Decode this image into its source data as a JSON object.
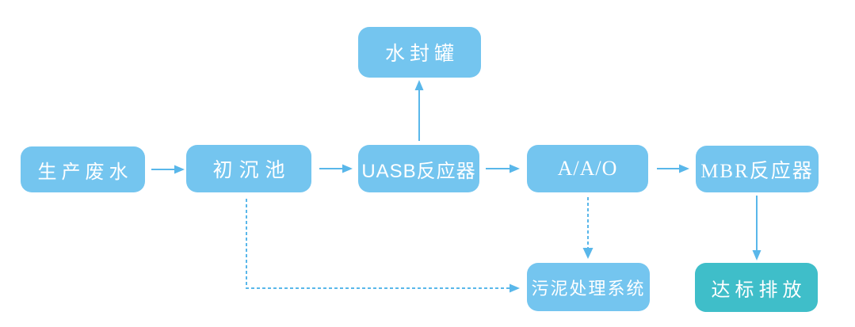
{
  "diagram": {
    "description": "Wastewater treatment process flowchart",
    "colors": {
      "node_fill": "#74c5ef",
      "accent_node_fill": "#3fbec9",
      "arrow": "#59b7ea",
      "node_text": "#ffffff",
      "background": "#ffffff"
    },
    "nodes": {
      "production_wastewater": {
        "label": "生产废水"
      },
      "primary_sedimentation_tank": {
        "label": "初沉池"
      },
      "uasb_reactor": {
        "label": "UASB反应器"
      },
      "aao": {
        "label": "A/A/O"
      },
      "mbr_reactor": {
        "label": "MBR反应器"
      },
      "water_seal_tank": {
        "label": "水封罐"
      },
      "sludge_treatment_system": {
        "label": "污泥处理系统"
      },
      "compliant_discharge": {
        "label": "达标排放"
      }
    },
    "edges": [
      {
        "from": "production_wastewater",
        "to": "primary_sedimentation_tank",
        "style": "solid",
        "direction": "right"
      },
      {
        "from": "primary_sedimentation_tank",
        "to": "uasb_reactor",
        "style": "solid",
        "direction": "right"
      },
      {
        "from": "uasb_reactor",
        "to": "water_seal_tank",
        "style": "solid",
        "direction": "up"
      },
      {
        "from": "uasb_reactor",
        "to": "aao",
        "style": "solid",
        "direction": "right"
      },
      {
        "from": "aao",
        "to": "mbr_reactor",
        "style": "solid",
        "direction": "right"
      },
      {
        "from": "aao",
        "to": "sludge_treatment_system",
        "style": "dashed",
        "direction": "down"
      },
      {
        "from": "primary_sedimentation_tank",
        "to": "sludge_treatment_system",
        "style": "dashed",
        "direction": "down-right-elbow"
      },
      {
        "from": "mbr_reactor",
        "to": "compliant_discharge",
        "style": "solid",
        "direction": "down"
      }
    ]
  }
}
